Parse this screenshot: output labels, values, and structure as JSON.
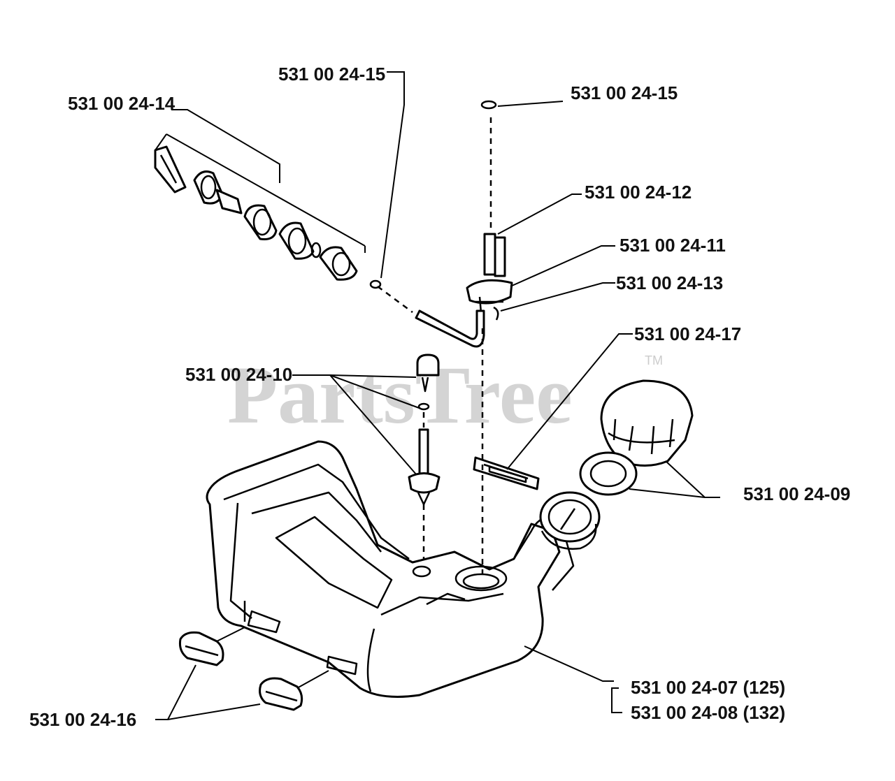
{
  "watermark": {
    "text": "PartsTree",
    "tm": "TM"
  },
  "labels": {
    "p24_15_a": "531 00 24-15",
    "p24_15_b": "531 00 24-15",
    "p24_14": "531 00 24-14",
    "p24_12": "531 00 24-12",
    "p24_11": "531 00 24-11",
    "p24_13": "531 00 24-13",
    "p24_17": "531 00 24-17",
    "p24_10": "531 00 24-10",
    "p24_09": "531 00 24-09",
    "p24_07": "531 00 24-07 (125)",
    "p24_08": "531 00 24-08 (132)",
    "p24_16": "531 00 24-16"
  }
}
